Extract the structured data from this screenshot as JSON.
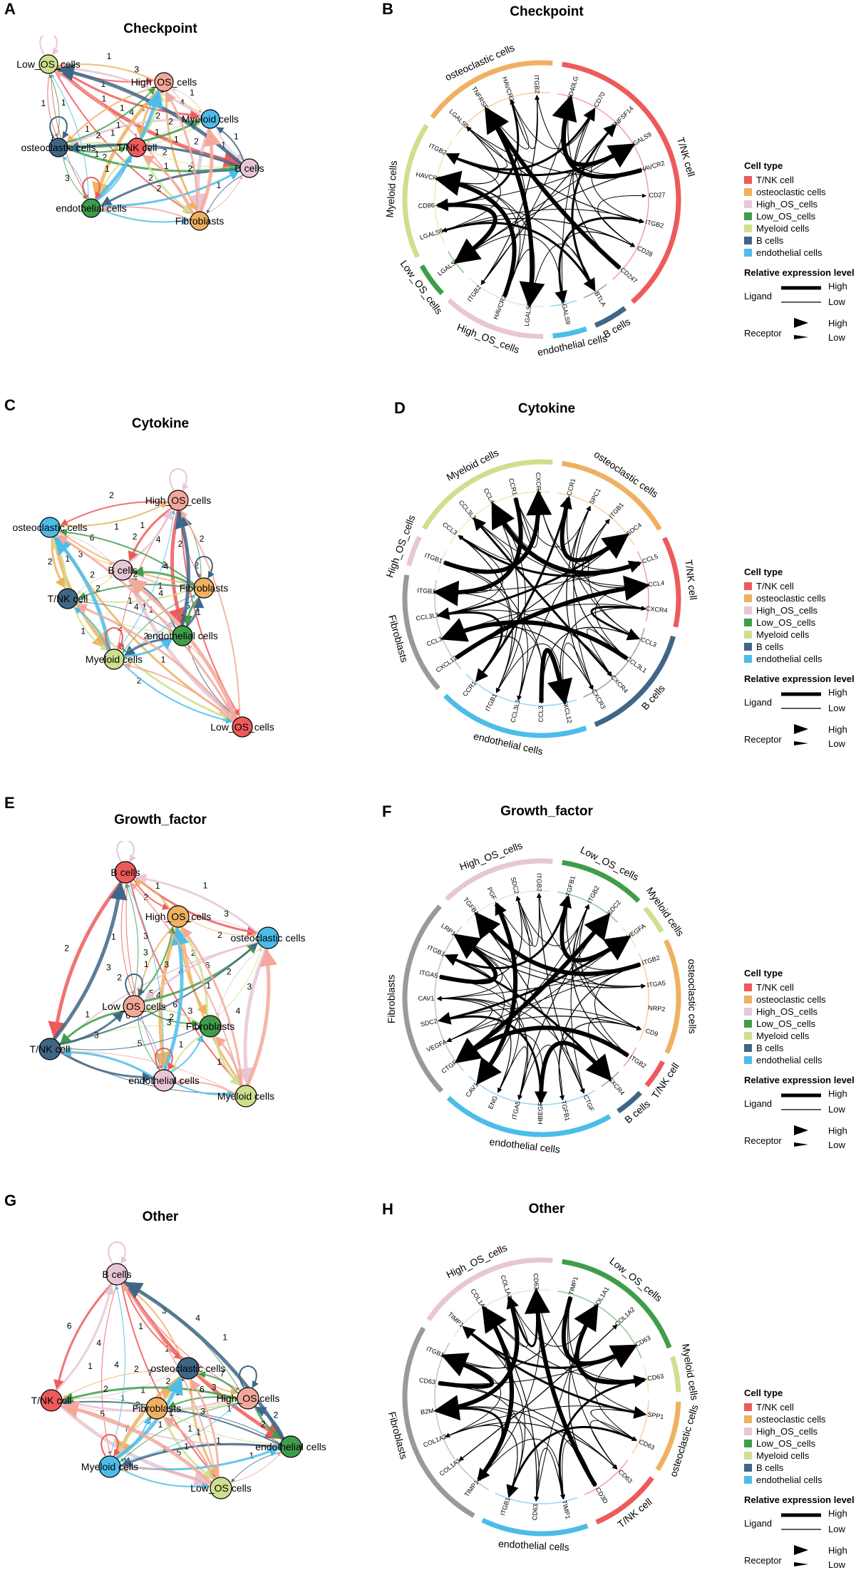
{
  "cell_types": {
    "T/NK cell": "#ee5a5a",
    "osteoclastic cells": "#efb161",
    "High_OS_cells": "#e8c6d6",
    "Low_OS_cells": "#3f9d4a",
    "Myeloid cells": "#cde08e",
    "B cells": "#3f6686",
    "endothelial cells": "#4cbde9"
  },
  "legend": {
    "title": "Cell type",
    "items": [
      "T/NK cell",
      "osteoclastic cells",
      "High_OS_cells",
      "Low_OS_cells",
      "Myeloid cells",
      "B cells",
      "endothelial cells"
    ],
    "rel_title": "Relative expression level",
    "ligand": "Ligand",
    "receptor": "Receptor",
    "high": "High",
    "low": "Low"
  },
  "panels": [
    {
      "id": "A",
      "title": "Checkpoint",
      "type": "network",
      "nodes": [
        {
          "label": "Low_OS_cells",
          "color": "#cde08e"
        },
        {
          "label": "High_OS_cells",
          "color": "#f4a89a"
        },
        {
          "label": "Myeloid cells",
          "color": "#4cbde9"
        },
        {
          "label": "osteoclastic cells",
          "color": "#3f6686"
        },
        {
          "label": "T/NK cell",
          "color": "#ee5a5a"
        },
        {
          "label": "B cells",
          "color": "#e8c6d6"
        },
        {
          "label": "endothelial cells",
          "color": "#3f9d4a"
        },
        {
          "label": "Fibroblasts",
          "color": "#efb161"
        }
      ],
      "edge_labels": [
        "1",
        "1",
        "1",
        "1",
        "1",
        "2",
        "1",
        "4",
        "1",
        "1",
        "1",
        "2",
        "3",
        "1",
        "4",
        "2",
        "1",
        "1",
        "1",
        "1",
        "4",
        "1",
        "2",
        "3",
        "2",
        "1",
        "2",
        "2",
        "1",
        "2",
        "1",
        "1",
        "1",
        "2",
        "1",
        "1",
        "1",
        "1"
      ]
    },
    {
      "id": "B",
      "title": "Checkpoint",
      "type": "chord",
      "sectors": [
        {
          "name": "T/NK cell",
          "genes": [
            "CD40LG",
            "CD70",
            "TNFSF14",
            "LGALS9",
            "HAVCR2",
            "CD27",
            "ITGB2",
            "CD28",
            "CD247"
          ]
        },
        {
          "name": "B cells",
          "genes": [
            "BTLA"
          ]
        },
        {
          "name": "endothelial cells",
          "genes": [
            "LGALS9"
          ]
        },
        {
          "name": "High_OS_cells",
          "genes": [
            "LGALS9",
            "HAVCR2",
            "ITGB2"
          ]
        },
        {
          "name": "Low_OS_cells",
          "genes": [
            "LGALS9"
          ]
        },
        {
          "name": "Myeloid cells",
          "genes": [
            "LGALS9",
            "CD86",
            "HAVCR2",
            "ITGB2"
          ]
        },
        {
          "name": "osteoclastic cells",
          "genes": [
            "LGALS9",
            "TNFRSF14",
            "HAVCR2",
            "ITGB2"
          ]
        }
      ]
    },
    {
      "id": "C",
      "title": "Cytokine",
      "type": "network",
      "nodes": [
        {
          "label": "High_OS_cells",
          "color": "#f4a89a"
        },
        {
          "label": "osteoclastic cells",
          "color": "#4cbde9"
        },
        {
          "label": "B cells",
          "color": "#e8c6d6"
        },
        {
          "label": "Fibroblasts",
          "color": "#efb161"
        },
        {
          "label": "T/NK cell",
          "color": "#3f6686"
        },
        {
          "label": "endothelial cells",
          "color": "#3f9d4a"
        },
        {
          "label": "Myeloid cells",
          "color": "#cde08e"
        },
        {
          "label": "Low_OS_cells",
          "color": "#ee5a5a"
        }
      ],
      "edge_labels": [
        "2",
        "1",
        "2",
        "2",
        "1",
        "1",
        "1",
        "3",
        "9",
        "2",
        "3",
        "6",
        "4",
        "6",
        "1",
        "2",
        "1",
        "1",
        "2",
        "2",
        "4",
        "2",
        "5",
        "1",
        "1",
        "2",
        "4",
        "2",
        "1",
        "2",
        "2",
        "4",
        "1",
        "1",
        "2"
      ]
    },
    {
      "id": "D",
      "title": "Cytokine",
      "type": "chord",
      "sectors": [
        {
          "name": "osteoclastic cells",
          "genes": [
            "CCR1",
            "SPC1",
            "ITGB1",
            "SDC4"
          ]
        },
        {
          "name": "T/NK cell",
          "genes": [
            "CCL5",
            "CCL4",
            "CXCR4"
          ]
        },
        {
          "name": "B cells",
          "genes": [
            "CCL3",
            "CCL3L1",
            "CXCR4",
            "CXCR3"
          ]
        },
        {
          "name": "endothelial cells",
          "genes": [
            "CXCL12",
            "CCL3",
            "CCL3L1",
            "ITGB1",
            "CCR1"
          ]
        },
        {
          "name": "Fibroblasts",
          "genes": [
            "CXCL12",
            "CCL3",
            "CCL3L1",
            "ITGB1"
          ]
        },
        {
          "name": "High_OS_cells",
          "genes": [
            "ITGB1"
          ]
        },
        {
          "name": "Myeloid cells",
          "genes": [
            "CCL3",
            "CCL3L1",
            "CCL4",
            "CCR1",
            "CXCR4"
          ]
        }
      ]
    },
    {
      "id": "E",
      "title": "Growth_factor",
      "type": "network",
      "nodes": [
        {
          "label": "B cells",
          "color": "#ee5a5a"
        },
        {
          "label": "High_OS_cells",
          "color": "#efb161"
        },
        {
          "label": "osteoclastic cells",
          "color": "#4cbde9"
        },
        {
          "label": "Low_OS_cells",
          "color": "#f4a89a"
        },
        {
          "label": "Fibroblasts",
          "color": "#3f9d4a"
        },
        {
          "label": "T/NK cell",
          "color": "#3f6686"
        },
        {
          "label": "endothelial cells",
          "color": "#e8c6d6"
        },
        {
          "label": "Myeloid cells",
          "color": "#cde08e"
        }
      ],
      "edge_labels": [
        "2",
        "1",
        "1",
        "2",
        "2",
        "4",
        "1",
        "2",
        "3",
        "4",
        "5",
        "3",
        "1",
        "3",
        "2",
        "2",
        "1",
        "4",
        "3",
        "3",
        "1",
        "3",
        "1",
        "5",
        "6",
        "3",
        "6",
        "6",
        "1",
        "1",
        "3",
        "2",
        "3"
      ]
    },
    {
      "id": "F",
      "title": "Growth_factor",
      "type": "chord",
      "sectors": [
        {
          "name": "Low_OS_cells",
          "genes": [
            "TGFB1",
            "ITGB2",
            "SDC2"
          ]
        },
        {
          "name": "Myeloid cells",
          "genes": [
            "VEGFA"
          ]
        },
        {
          "name": "osteoclastic cells",
          "genes": [
            "ITGB2",
            "ITGA5",
            "NRP2",
            "CD9"
          ]
        },
        {
          "name": "T/NK cell",
          "genes": [
            "ITGB2"
          ]
        },
        {
          "name": "B cells",
          "genes": [
            "CXCR4"
          ]
        },
        {
          "name": "endothelial cells",
          "genes": [
            "CTGF",
            "TGFB1",
            "HBEGF",
            "ITGA5",
            "ENG",
            "CAV1"
          ]
        },
        {
          "name": "Fibroblasts",
          "genes": [
            "CTGF",
            "VEGFA",
            "SDC2",
            "CAV1",
            "ITGA5",
            "ITGB1",
            "LRP1"
          ]
        },
        {
          "name": "High_OS_cells",
          "genes": [
            "TGFB1",
            "PGF",
            "SDC2",
            "ITGB2"
          ]
        }
      ]
    },
    {
      "id": "G",
      "title": "Other",
      "type": "network",
      "nodes": [
        {
          "label": "B cells",
          "color": "#e8c6d6"
        },
        {
          "label": "osteoclastic cells",
          "color": "#3f6686"
        },
        {
          "label": "T/NK cell",
          "color": "#ee5a5a"
        },
        {
          "label": "High_OS cells",
          "color": "#f4a89a"
        },
        {
          "label": "Fibroblasts",
          "color": "#efb161"
        },
        {
          "label": "endothelial cells",
          "color": "#3f9d4a"
        },
        {
          "label": "Myeloid cells",
          "color": "#4cbde9"
        },
        {
          "label": "Low_OS cells",
          "color": "#cde08e"
        }
      ],
      "edge_labels": [
        "1",
        "6",
        "1",
        "1",
        "1",
        "1",
        "3",
        "4",
        "3",
        "2",
        "2",
        "1",
        "4",
        "1",
        "2",
        "5",
        "2",
        "1",
        "4",
        "7",
        "7",
        "6",
        "2",
        "1",
        "1",
        "2",
        "3",
        "1",
        "7",
        "5",
        "1",
        "1",
        "2",
        "1",
        "1",
        "1",
        "2",
        "1",
        "1"
      ]
    },
    {
      "id": "H",
      "title": "Other",
      "type": "chord",
      "sectors": [
        {
          "name": "Low_OS_cells",
          "genes": [
            "TIMP1",
            "COL1A1",
            "COL1A2",
            "CD63"
          ]
        },
        {
          "name": "Myeloid cells",
          "genes": [
            "CD63"
          ]
        },
        {
          "name": "osteoclastic cells",
          "genes": [
            "SPP1",
            "CD63"
          ]
        },
        {
          "name": "T/NK cell",
          "genes": [
            "CD63",
            "CD3D"
          ]
        },
        {
          "name": "endothelial cells",
          "genes": [
            "TIMP1",
            "CD63",
            "ITGB1"
          ]
        },
        {
          "name": "Fibroblasts",
          "genes": [
            "TIMP1",
            "COL1A1",
            "COL1A2",
            "B2M",
            "CD63",
            "ITGB1"
          ]
        },
        {
          "name": "High_OS_cells",
          "genes": [
            "TIMP1",
            "COL1A2",
            "COL1A1",
            "CD63"
          ]
        }
      ]
    }
  ]
}
